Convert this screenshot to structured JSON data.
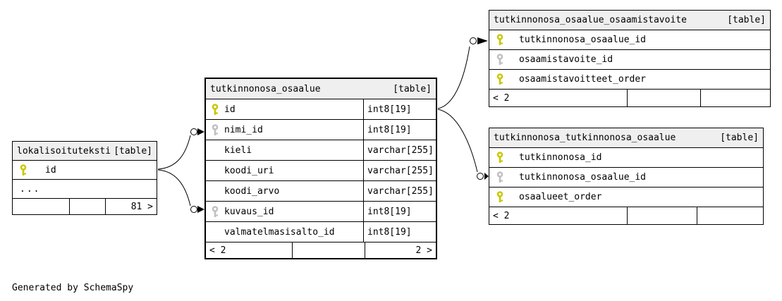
{
  "note": "Generated by SchemaSpy",
  "colors": {
    "primary_key_icon": "#c8c800",
    "foreign_key_icon": "#c0c0c0",
    "header_background": "#efefef",
    "border": "#000000",
    "background": "#ffffff"
  },
  "tables": {
    "left": {
      "name": "lokalisoituteksti",
      "tag": "[table]",
      "columns": [
        {
          "name": "id",
          "key": "primary"
        }
      ],
      "truncation": "...",
      "footer": {
        "left": "",
        "middle": "",
        "right": "81 >"
      }
    },
    "center": {
      "name": "tutkinnonosa_osaalue",
      "tag": "[table]",
      "columns": [
        {
          "name": "id",
          "type": "int8[19]",
          "key": "primary"
        },
        {
          "name": "nimi_id",
          "type": "int8[19]",
          "key": "foreign"
        },
        {
          "name": "kieli",
          "type": "varchar[255]",
          "key": ""
        },
        {
          "name": "koodi_uri",
          "type": "varchar[255]",
          "key": ""
        },
        {
          "name": "koodi_arvo",
          "type": "varchar[255]",
          "key": ""
        },
        {
          "name": "kuvaus_id",
          "type": "int8[19]",
          "key": "foreign"
        },
        {
          "name": "valmatelmasisalto_id",
          "type": "int8[19]",
          "key": ""
        }
      ],
      "footer": {
        "left": "< 2",
        "middle": "",
        "right": "2 >"
      }
    },
    "top_right": {
      "name": "tutkinnonosa_osaalue_osaamistavoite",
      "tag": "[table]",
      "columns": [
        {
          "name": "tutkinnonosa_osaalue_id",
          "key": "primary"
        },
        {
          "name": "osaamistavoite_id",
          "key": "foreign"
        },
        {
          "name": "osaamistavoitteet_order",
          "key": "primary"
        }
      ],
      "footer": {
        "left": "< 2",
        "middle": "",
        "right": ""
      }
    },
    "bottom_right": {
      "name": "tutkinnonosa_tutkinnonosa_osaalue",
      "tag": "[table]",
      "columns": [
        {
          "name": "tutkinnonosa_id",
          "key": "primary"
        },
        {
          "name": "tutkinnonosa_osaalue_id",
          "key": "foreign"
        },
        {
          "name": "osaalueet_order",
          "key": "primary"
        }
      ],
      "footer": {
        "left": "< 2",
        "middle": "",
        "right": ""
      }
    }
  }
}
